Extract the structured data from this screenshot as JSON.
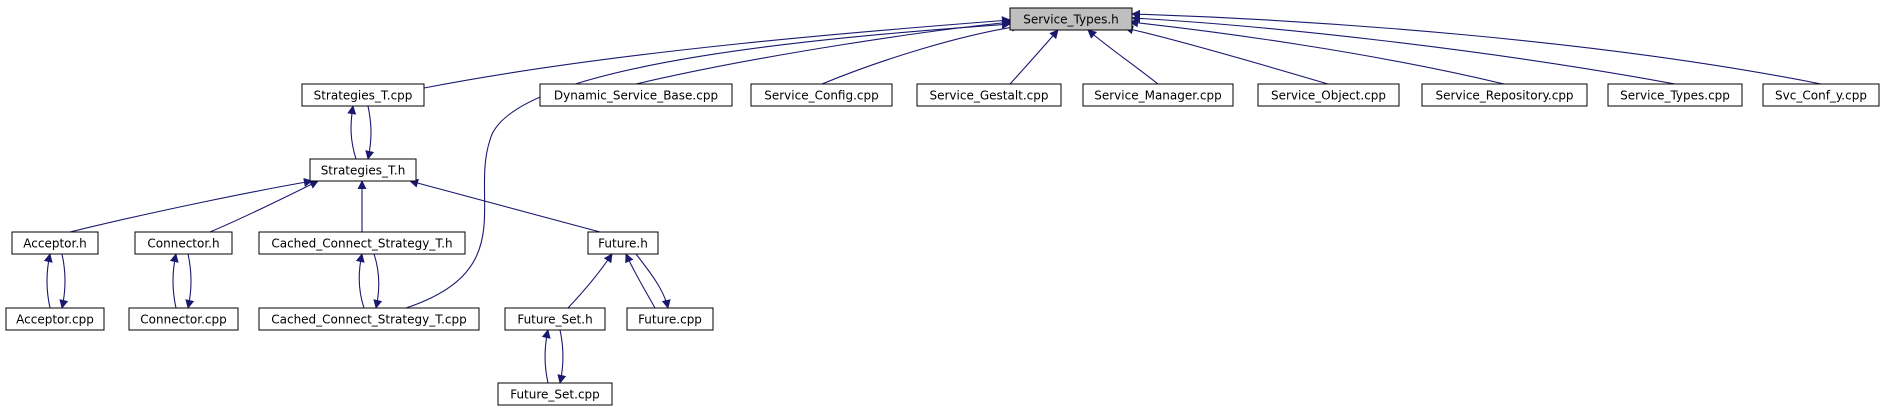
{
  "graph": {
    "root": "service_types_h",
    "colors": {
      "edge": "#191970",
      "root_fill": "#bfbfbf",
      "node_fill": "#ffffff"
    },
    "nodes": [
      {
        "id": "service_types_h",
        "label": "Service_Types.h"
      },
      {
        "id": "strategies_t_cpp",
        "label": "Strategies_T.cpp"
      },
      {
        "id": "dynamic_service_base_cpp",
        "label": "Dynamic_Service_Base.cpp"
      },
      {
        "id": "service_config_cpp",
        "label": "Service_Config.cpp"
      },
      {
        "id": "service_gestalt_cpp",
        "label": "Service_Gestalt.cpp"
      },
      {
        "id": "service_manager_cpp",
        "label": "Service_Manager.cpp"
      },
      {
        "id": "service_object_cpp",
        "label": "Service_Object.cpp"
      },
      {
        "id": "service_repository_cpp",
        "label": "Service_Repository.cpp"
      },
      {
        "id": "service_types_cpp",
        "label": "Service_Types.cpp"
      },
      {
        "id": "svc_conf_y_cpp",
        "label": "Svc_Conf_y.cpp"
      },
      {
        "id": "strategies_t_h",
        "label": "Strategies_T.h"
      },
      {
        "id": "acceptor_h",
        "label": "Acceptor.h"
      },
      {
        "id": "connector_h",
        "label": "Connector.h"
      },
      {
        "id": "cached_connect_strategy_t_h",
        "label": "Cached_Connect_Strategy_T.h"
      },
      {
        "id": "future_h",
        "label": "Future.h"
      },
      {
        "id": "acceptor_cpp",
        "label": "Acceptor.cpp"
      },
      {
        "id": "connector_cpp",
        "label": "Connector.cpp"
      },
      {
        "id": "cached_connect_strategy_t_cpp",
        "label": "Cached_Connect_Strategy_T.cpp"
      },
      {
        "id": "future_set_h",
        "label": "Future_Set.h"
      },
      {
        "id": "future_cpp",
        "label": "Future.cpp"
      },
      {
        "id": "future_set_cpp",
        "label": "Future_Set.cpp"
      }
    ],
    "edges": [
      {
        "from": "strategies_t_cpp",
        "to": "service_types_h"
      },
      {
        "from": "dynamic_service_base_cpp",
        "to": "service_types_h"
      },
      {
        "from": "service_config_cpp",
        "to": "service_types_h"
      },
      {
        "from": "service_gestalt_cpp",
        "to": "service_types_h"
      },
      {
        "from": "service_manager_cpp",
        "to": "service_types_h"
      },
      {
        "from": "service_object_cpp",
        "to": "service_types_h"
      },
      {
        "from": "service_repository_cpp",
        "to": "service_types_h"
      },
      {
        "from": "service_types_cpp",
        "to": "service_types_h"
      },
      {
        "from": "svc_conf_y_cpp",
        "to": "service_types_h"
      },
      {
        "from": "cached_connect_strategy_t_cpp",
        "to": "service_types_h"
      },
      {
        "from": "strategies_t_h",
        "to": "strategies_t_cpp"
      },
      {
        "from": "strategies_t_cpp",
        "to": "strategies_t_h"
      },
      {
        "from": "acceptor_h",
        "to": "strategies_t_h"
      },
      {
        "from": "connector_h",
        "to": "strategies_t_h"
      },
      {
        "from": "cached_connect_strategy_t_h",
        "to": "strategies_t_h"
      },
      {
        "from": "future_h",
        "to": "strategies_t_h"
      },
      {
        "from": "acceptor_cpp",
        "to": "acceptor_h"
      },
      {
        "from": "acceptor_h",
        "to": "acceptor_cpp"
      },
      {
        "from": "connector_cpp",
        "to": "connector_h"
      },
      {
        "from": "connector_h",
        "to": "connector_cpp"
      },
      {
        "from": "cached_connect_strategy_t_cpp",
        "to": "cached_connect_strategy_t_h"
      },
      {
        "from": "cached_connect_strategy_t_h",
        "to": "cached_connect_strategy_t_cpp"
      },
      {
        "from": "future_set_h",
        "to": "future_h"
      },
      {
        "from": "future_cpp",
        "to": "future_h"
      },
      {
        "from": "future_h",
        "to": "future_cpp"
      },
      {
        "from": "future_set_cpp",
        "to": "future_set_h"
      },
      {
        "from": "future_set_h",
        "to": "future_set_cpp"
      }
    ]
  }
}
